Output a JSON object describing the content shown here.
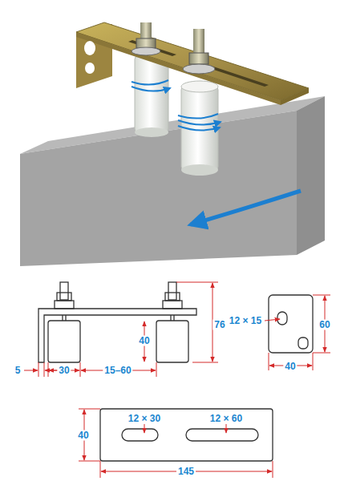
{
  "diagram": {
    "labels": [
      "5",
      "30",
      "15–60",
      "40",
      "76",
      "12 × 15",
      "60",
      "40",
      "12 × 30",
      "12 × 60",
      "40",
      "145"
    ]
  }
}
